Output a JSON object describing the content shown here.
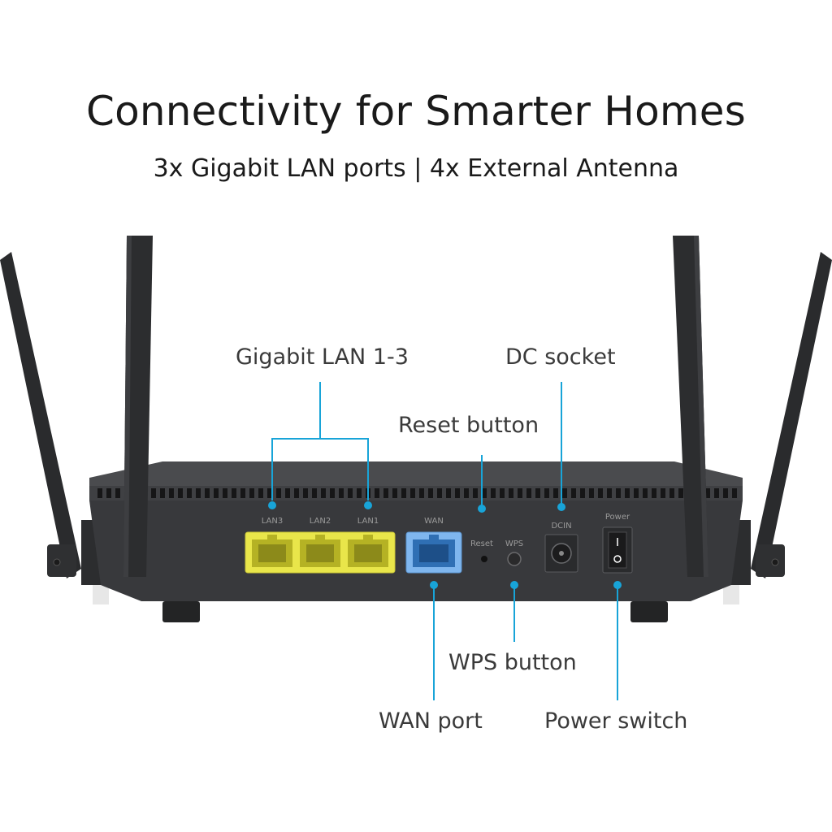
{
  "header": {
    "title": "Connectivity for Smarter Homes",
    "subtitle": "3x Gigabit LAN ports | 4x External Antenna"
  },
  "callouts": {
    "gigabit_lan": "Gigabit LAN 1-3",
    "dc_socket": "DC socket",
    "reset_button": "Reset button",
    "wps_button": "WPS button",
    "wan_port": "WAN port",
    "power_switch": "Power switch"
  },
  "panel_labels": {
    "lan3": "LAN3",
    "lan2": "LAN2",
    "lan1": "LAN1",
    "wan": "WAN",
    "reset": "Reset",
    "wps": "WPS",
    "dcin": "DCIN",
    "power": "Power"
  },
  "colors": {
    "lan_port": "#e9e64a",
    "wan_port": "#7fb6ee",
    "callout_line": "#18a4d8",
    "chassis": "#3a3b3d"
  }
}
